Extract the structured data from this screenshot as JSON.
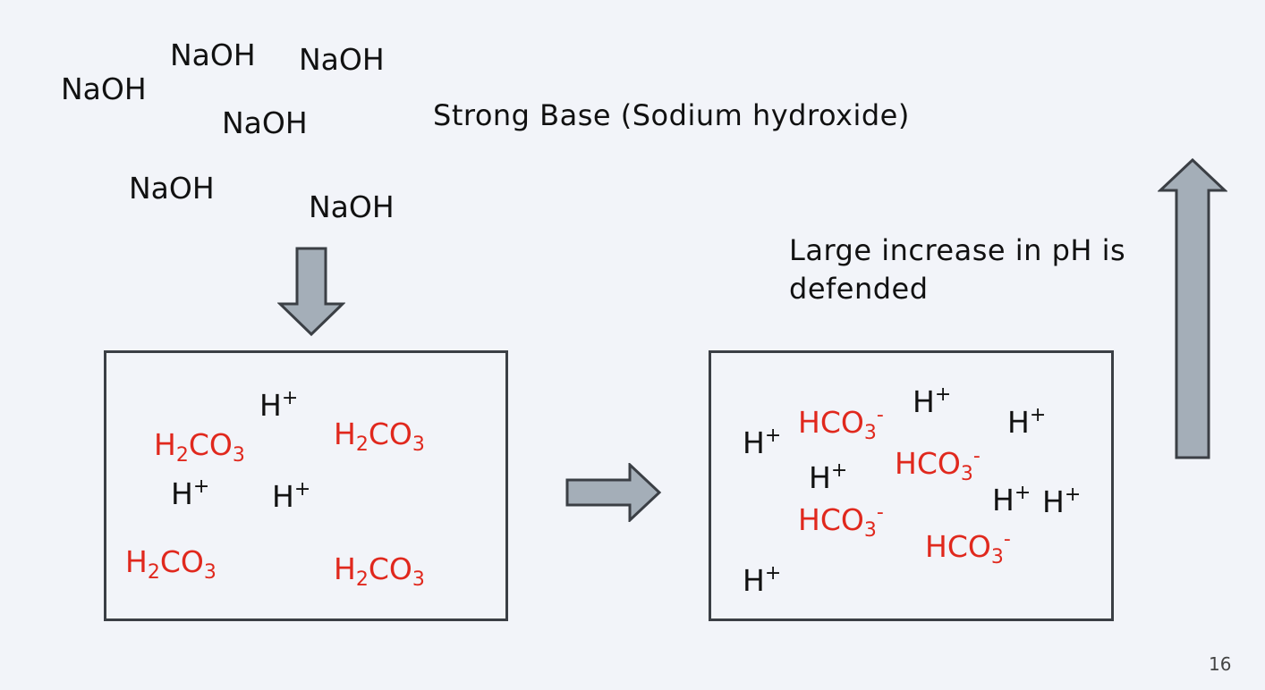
{
  "naoh_molecules": [
    "NaOH",
    "NaOH",
    "NaOH",
    "NaOH",
    "NaOH",
    "NaOH"
  ],
  "strong_base_label": "Strong Base (Sodium hydroxide)",
  "result_label": "Large increase in pH is defended",
  "result_label_lines": [
    "Large increase in pH is",
    "defended"
  ],
  "before_box": {
    "carbonic_acid": {
      "base": "H",
      "sub": "2",
      "rest": "CO",
      "sub2": "3"
    },
    "hydrogen_ion": {
      "base": "H",
      "sup": "+"
    }
  },
  "after_box": {
    "bicarbonate": {
      "base": "HCO",
      "sub": "3",
      "sup": "-"
    },
    "hydrogen_ion": {
      "base": "H",
      "sup": "+"
    }
  },
  "colors": {
    "molecule_red": "#e0281d",
    "arrow_fill": "#a4aeb8",
    "arrow_stroke": "#3b3f45",
    "background": "#f2f4f9"
  },
  "page_number": "16"
}
